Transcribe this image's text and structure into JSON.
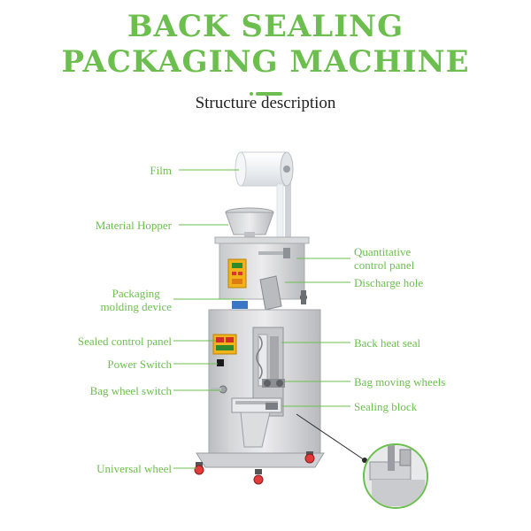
{
  "header": {
    "title_line1": "BACK SEALING",
    "title_line2": "PACKAGING MACHINE",
    "subtitle": "Structure description"
  },
  "labels_left": [
    {
      "text": "Film"
    },
    {
      "text": "Material Hopper"
    },
    {
      "text": "Packaging\nmolding device"
    },
    {
      "text": "Sealed control panel"
    },
    {
      "text": "Power Switch"
    },
    {
      "text": "Bag wheel switch"
    },
    {
      "text": "Universal wheel"
    }
  ],
  "labels_right": [
    {
      "text": "Quantitative\ncontrol panel"
    },
    {
      "text": "Discharge hole"
    },
    {
      "text": "Back heat seal"
    },
    {
      "text": "Bag moving wheels"
    },
    {
      "text": "Sealing block"
    }
  ],
  "colors": {
    "accent": "#6cbf4e",
    "leader_line": "#6cbf4e",
    "machine_body": "#d9dadc",
    "control_panel": "#f2b21a"
  }
}
